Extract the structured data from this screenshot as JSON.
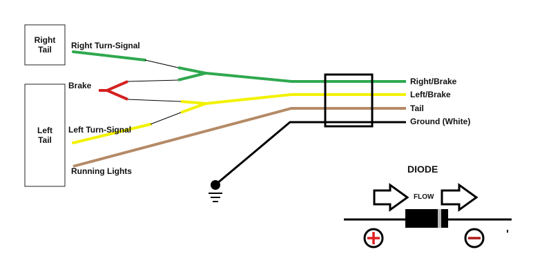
{
  "boxes": {
    "right_tail": "Right\nTail",
    "left_tail": "Left\nTail"
  },
  "inputs": {
    "right_turn_signal": "Right Turn-Signal",
    "brake": "Brake",
    "left_turn_signal": "Left Turn-Signal",
    "running_lights": "Running Lights"
  },
  "outputs": {
    "right_brake": "Right/Brake",
    "left_brake": "Left/Brake",
    "tail": "Tail",
    "ground": "Ground (White)"
  },
  "diode": {
    "title": "DIODE",
    "flow": "FLOW",
    "positive": "+",
    "negative": "−"
  },
  "colors": {
    "green": "#2fa84f",
    "red": "#d42020",
    "yellow": "#f2f200",
    "brown": "#b58a66",
    "black": "#000000",
    "positive_sign": "#e02020",
    "negative_sign": "#b01818"
  }
}
